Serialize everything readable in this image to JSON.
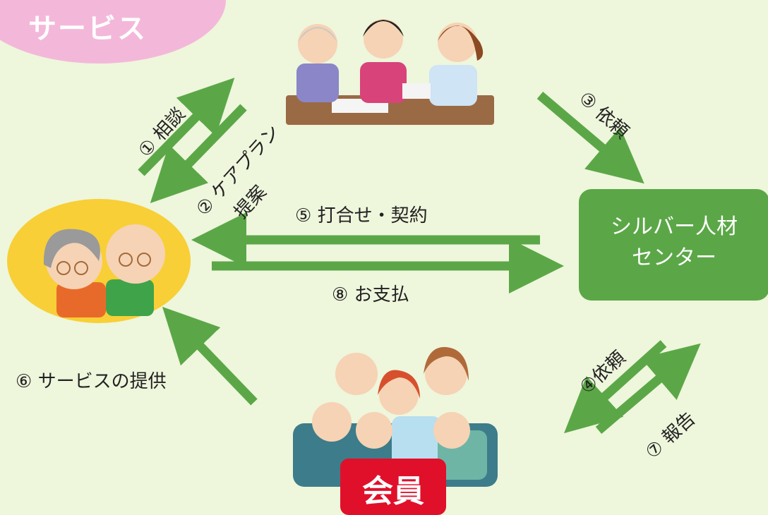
{
  "title": {
    "line2": "サービス"
  },
  "center": {
    "line1": "シルバー人材",
    "line2": "センター"
  },
  "member_badge": "会員",
  "steps": {
    "s1": "① 相談",
    "s2a": "② ケアプラン",
    "s2b": "提案",
    "s3": "③ 依頼",
    "s4": "④依頼",
    "s5": "⑤ 打合せ・契約",
    "s6": "⑥ サービスの提供",
    "s7": "⑦ 報告",
    "s8": "⑧ お支払"
  },
  "colors": {
    "arrow": "#5ba747",
    "background": "#eef6dc",
    "center_box": "#5ba747",
    "badge": "#e0102a",
    "title_bubble": "#f3b8d9"
  }
}
